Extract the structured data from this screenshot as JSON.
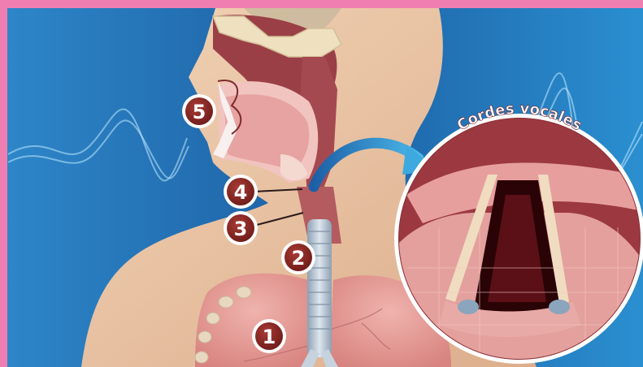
{
  "zoom": {
    "title": "Cordes vocales"
  },
  "labels": [
    {
      "id": "1",
      "text": "1"
    },
    {
      "id": "2",
      "text": "2"
    },
    {
      "id": "3",
      "text": "3"
    },
    {
      "id": "4",
      "text": "4"
    },
    {
      "id": "5",
      "text": "5"
    }
  ],
  "colors": {
    "frame": "#f07fb1",
    "background": "#1f6fb2",
    "skin": "#e9c3a2",
    "badge": "#8c2a26",
    "tissue": "#c9626a",
    "trachea": "#b8c6d3"
  }
}
